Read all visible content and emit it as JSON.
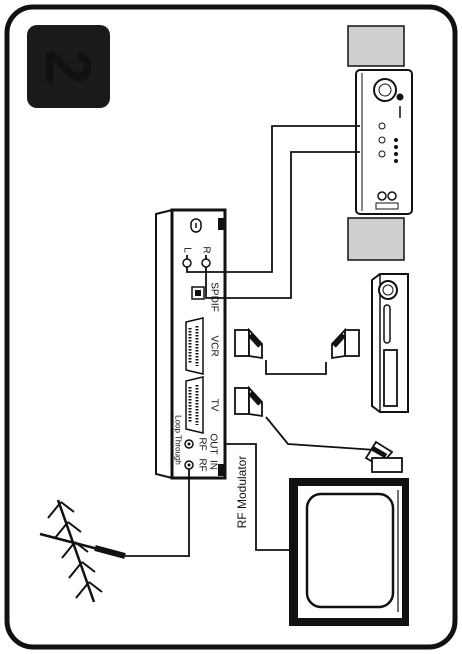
{
  "step": {
    "number": "2"
  },
  "receiver_panel": {
    "audio_left_label": "L",
    "audio_right_label": "R",
    "spdif_label": "SPDIF",
    "scart_vcr_label": "VCR",
    "scart_tv_label": "TV",
    "loop_through_label": "Loop Through",
    "rf_out_label_1": "RF",
    "rf_out_label_2": "OUT",
    "rf_in_label_1": "RF",
    "rf_in_label_2": "IN"
  },
  "rf_modulator_label": "RF Modulator",
  "colors": {
    "outline": "#111111",
    "badge": "#1a1a1a",
    "speaker_fill": "#cfcfcf",
    "background": "#ffffff"
  },
  "icons": {
    "badge": "step-number-badge",
    "antenna": "antenna-icon",
    "speaker": "speaker-icon",
    "amplifier": "amplifier-icon",
    "vcr": "vcr-icon",
    "tv": "television-icon",
    "scart_plug": "scart-plug-icon"
  }
}
